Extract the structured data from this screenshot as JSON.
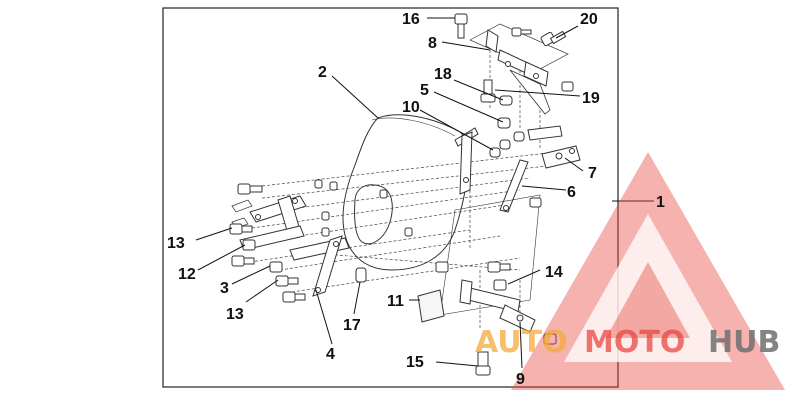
{
  "diagram": {
    "callouts": {
      "c1": "1",
      "c2": "2",
      "c3": "3",
      "c4": "4",
      "c5": "5",
      "c6": "6",
      "c7": "7",
      "c8": "8",
      "c9": "9",
      "c10": "10",
      "c11": "11",
      "c12": "12",
      "c13a": "13",
      "c13b": "13",
      "c14": "14",
      "c15": "15",
      "c16": "16",
      "c17": "17",
      "c18": "18",
      "c19": "19",
      "c20": "20"
    }
  },
  "watermark": {
    "part1": "AUTO",
    "part2": "MOTO",
    "part3": "HUB",
    "colors": {
      "red": "#e8473f",
      "orange": "#f4a93a",
      "gray": "#6e6e6e"
    }
  }
}
